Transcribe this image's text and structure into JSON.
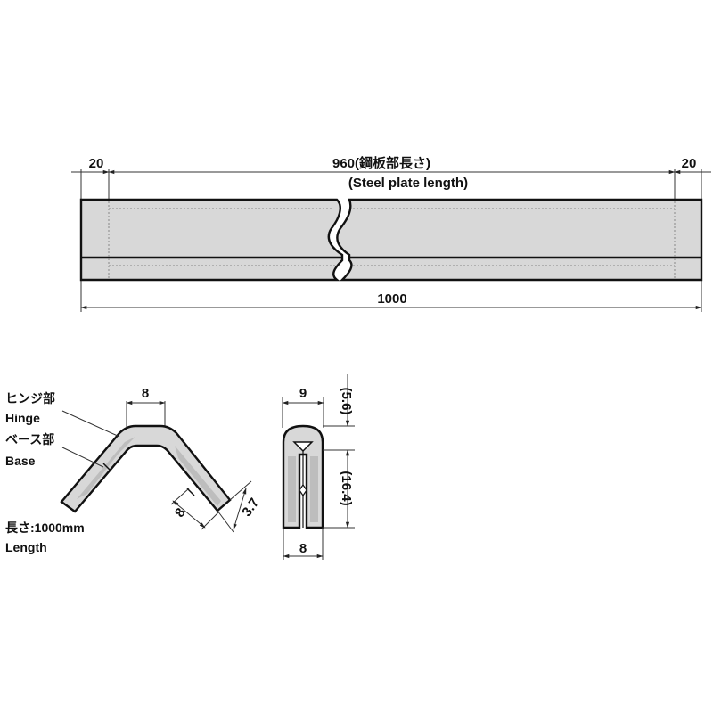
{
  "top_view": {
    "dim_left": "20",
    "dim_center": "960(鋼板部長さ)",
    "dim_center_en": "(Steel plate length)",
    "dim_right": "20",
    "dim_total": "1000"
  },
  "section_v": {
    "dim_top": "8",
    "dim_arm_width": "8",
    "dim_thickness": "3.7",
    "label_hinge_jp": "ヒンジ部",
    "label_hinge_en": "Hinge",
    "label_base_jp": "ベース部",
    "label_base_en": "Base",
    "label_length_jp": "長さ:1000mm",
    "label_length_en": "Length"
  },
  "section_u": {
    "dim_top": "9",
    "dim_bottom": "8",
    "dim_upper": "(5.6)",
    "dim_lower": "(16.4)"
  }
}
